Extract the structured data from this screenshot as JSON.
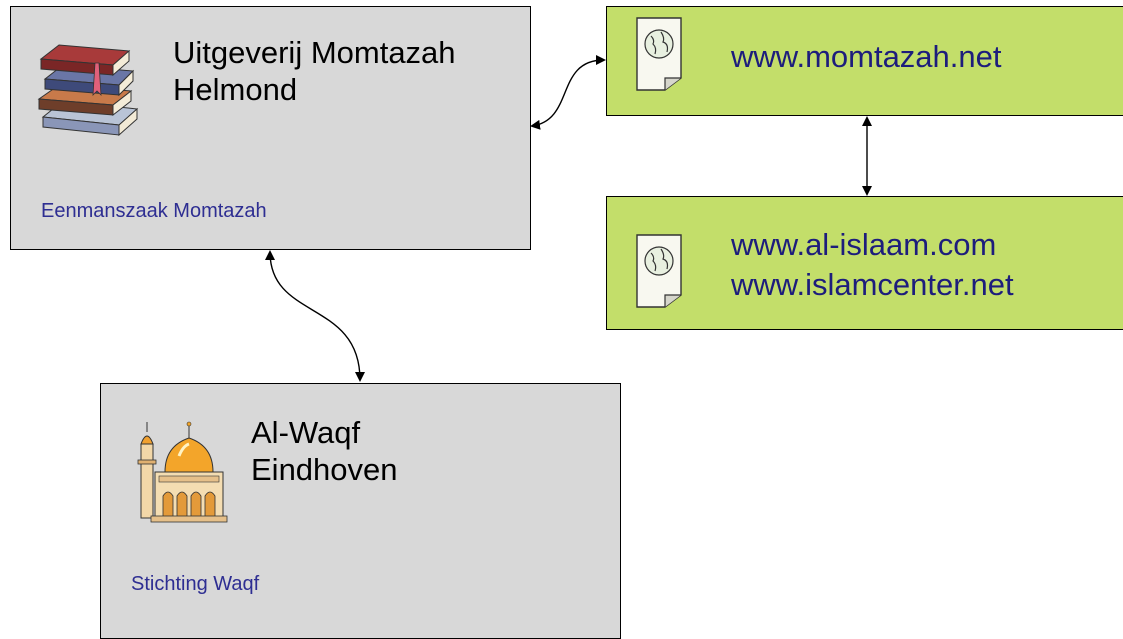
{
  "nodes": {
    "momtazah": {
      "title_line1": "Uitgeverij Momtazah",
      "title_line2": "Helmond",
      "subtitle": "Eenmanszaak Momtazah",
      "icon": "books-icon"
    },
    "alwaqf": {
      "title_line1": "Al-Waqf",
      "title_line2": "Eindhoven",
      "subtitle": "Stichting Waqf",
      "icon": "mosque-icon"
    },
    "site_momtazah": {
      "url": "www.momtazah.net",
      "icon": "web-page-icon"
    },
    "site_islam": {
      "url_line1": "www.al-islaam.com",
      "url_line2": "www.islamcenter.net",
      "icon": "web-page-icon"
    }
  },
  "colors": {
    "organization_fill": "#d8d8d8",
    "website_fill": "#c3de6a",
    "subtitle_text": "#2e2e92",
    "url_text": "#1d1d7c"
  },
  "connections": [
    {
      "from": "momtazah",
      "to": "site_momtazah",
      "style": "double-arrow"
    },
    {
      "from": "site_momtazah",
      "to": "site_islam",
      "style": "double-arrow"
    },
    {
      "from": "momtazah",
      "to": "alwaqf",
      "style": "double-arrow"
    }
  ]
}
